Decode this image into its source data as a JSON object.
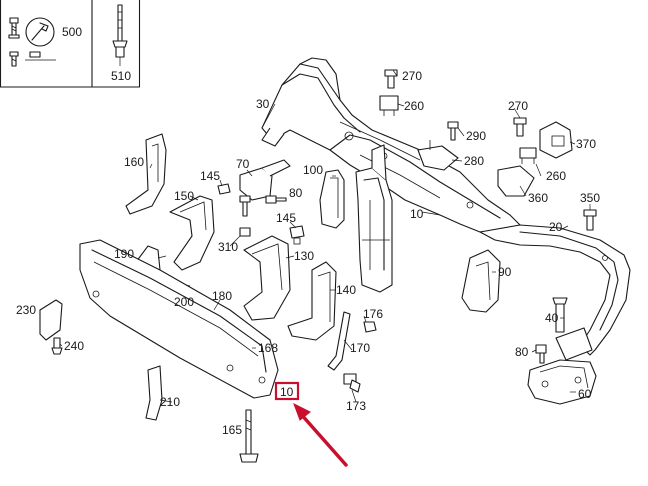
{
  "legend": {
    "tool_part": "500",
    "rivet_part": "510"
  },
  "callouts": [
    {
      "id": "c10a",
      "text": "10"
    },
    {
      "id": "c10b",
      "text": "10"
    },
    {
      "id": "c20",
      "text": "20"
    },
    {
      "id": "c30",
      "text": "30"
    },
    {
      "id": "c40",
      "text": "40"
    },
    {
      "id": "c60",
      "text": "60"
    },
    {
      "id": "c70",
      "text": "70"
    },
    {
      "id": "c80a",
      "text": "80"
    },
    {
      "id": "c80b",
      "text": "80"
    },
    {
      "id": "c90",
      "text": "90"
    },
    {
      "id": "c100",
      "text": "100"
    },
    {
      "id": "c130",
      "text": "130"
    },
    {
      "id": "c140",
      "text": "140"
    },
    {
      "id": "c145a",
      "text": "145"
    },
    {
      "id": "c145b",
      "text": "145"
    },
    {
      "id": "c150",
      "text": "150"
    },
    {
      "id": "c160",
      "text": "160"
    },
    {
      "id": "c165",
      "text": "165"
    },
    {
      "id": "c168",
      "text": "168"
    },
    {
      "id": "c170",
      "text": "170"
    },
    {
      "id": "c173",
      "text": "173"
    },
    {
      "id": "c176",
      "text": "176"
    },
    {
      "id": "c180",
      "text": "180"
    },
    {
      "id": "c190",
      "text": "190"
    },
    {
      "id": "c200",
      "text": "200"
    },
    {
      "id": "c210",
      "text": "210"
    },
    {
      "id": "c230",
      "text": "230"
    },
    {
      "id": "c240",
      "text": "240"
    },
    {
      "id": "c260a",
      "text": "260"
    },
    {
      "id": "c260b",
      "text": "260"
    },
    {
      "id": "c270a",
      "text": "270"
    },
    {
      "id": "c270b",
      "text": "270"
    },
    {
      "id": "c280",
      "text": "280"
    },
    {
      "id": "c290",
      "text": "290"
    },
    {
      "id": "c310",
      "text": "310"
    },
    {
      "id": "c350",
      "text": "350"
    },
    {
      "id": "c360",
      "text": "360"
    },
    {
      "id": "c370",
      "text": "370"
    }
  ],
  "highlight": {
    "label_id": "c10b",
    "color": "#c8102e"
  }
}
